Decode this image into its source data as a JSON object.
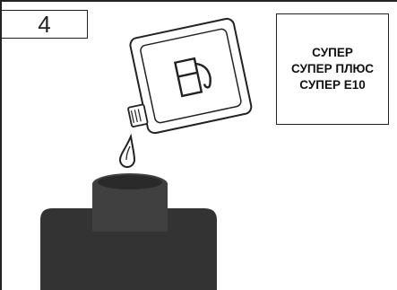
{
  "step": {
    "number": "4"
  },
  "fuel_types": [
    "СУПЕР",
    "СУПЕР ПЛЮС",
    "СУПЕР E10"
  ],
  "colors": {
    "outline": "#222222",
    "bottle_dark": "#333333",
    "bottle_cap": "#404040",
    "background": "#ffffff"
  },
  "icons": [
    "fuel-pump-icon",
    "droplet-icon",
    "canister-icon",
    "bottle-icon"
  ]
}
